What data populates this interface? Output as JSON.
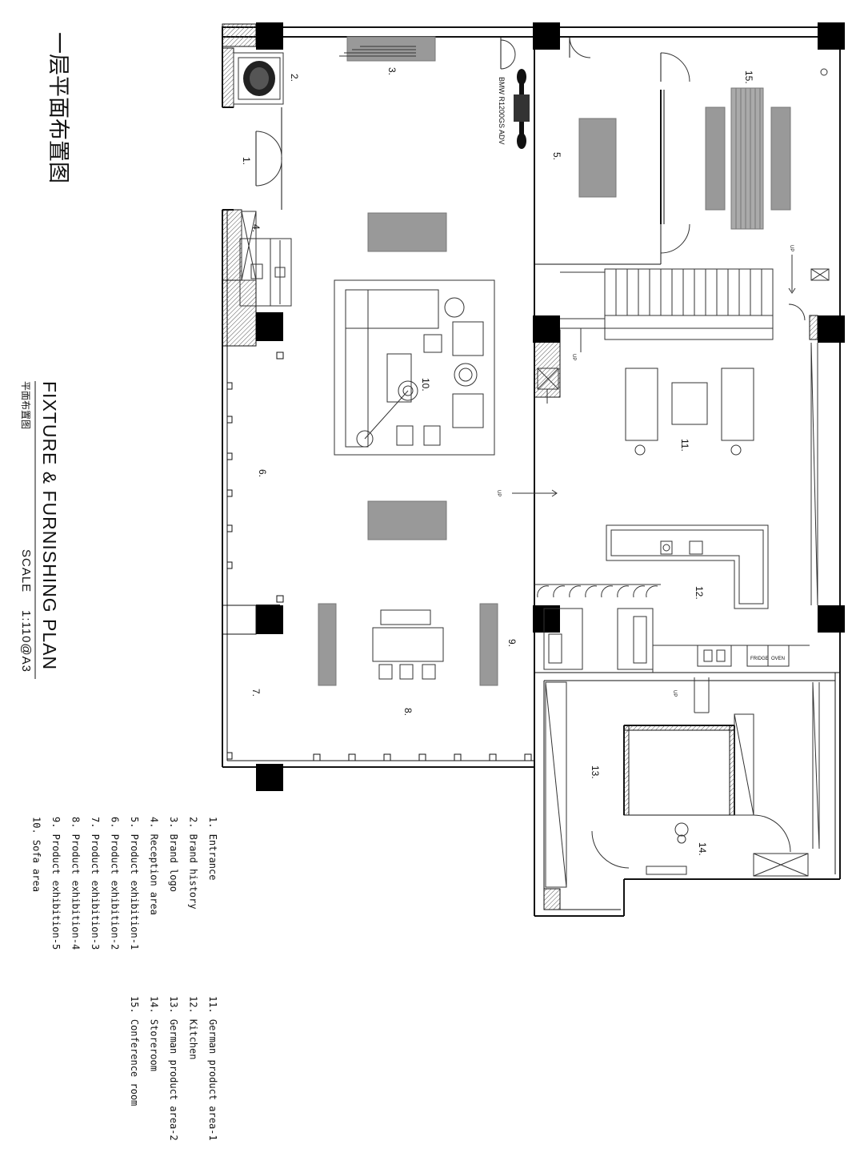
{
  "title_cn": "一层平面布置图",
  "title_en": "FIXTURE & FURNISHING PLAN",
  "subtitle_cn": "平面布置图",
  "scale_label": "SCALE",
  "scale_value": "1:110@A3",
  "motorcycle_label": "BMW R1200GS ADV",
  "fridge_label": "FRIDGE",
  "oven_label": "OVEN",
  "up_label": "UP",
  "rooms": [
    {
      "num": "1."
    },
    {
      "num": "2."
    },
    {
      "num": "3."
    },
    {
      "num": "4."
    },
    {
      "num": "5."
    },
    {
      "num": "6."
    },
    {
      "num": "7."
    },
    {
      "num": "8."
    },
    {
      "num": "9."
    },
    {
      "num": "10."
    },
    {
      "num": "11."
    },
    {
      "num": "12."
    },
    {
      "num": "13."
    },
    {
      "num": "14."
    },
    {
      "num": "15."
    }
  ],
  "legend": [
    "1.  Entrance",
    "2.  Brand history",
    "3.  Brand logo",
    "4.  Reception area",
    "5.  Product exhibition-1",
    "6.  Product exhibition-2",
    "7.  Product exhibition-3",
    "8.  Product exhibition-4",
    "9.  Product exhibition-5",
    "10. Sofa area",
    "11. German product area-1",
    "12. Kitchen",
    "13. German product area-2",
    "14. Storeroom",
    "15. Conference room"
  ]
}
